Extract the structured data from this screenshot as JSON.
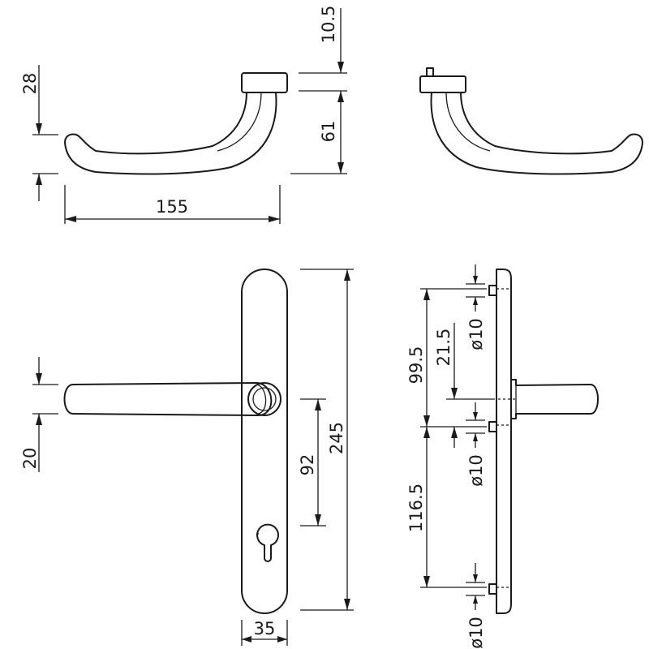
{
  "dimensions": {
    "handle_height": "28",
    "rose_height": "10.5",
    "handle_drop": "61",
    "handle_length": "155",
    "lever_thickness": "20",
    "spindle_to_cylinder": "92",
    "plate_height": "245",
    "plate_width": "35",
    "top_fixing_to_spindle": "99.5",
    "spindle_offset": "21.5",
    "spindle_to_bottom_fixing": "116.5",
    "hole_diameter_top": "ø10",
    "hole_diameter_middle": "ø10",
    "hole_diameter_bottom": "ø10"
  }
}
